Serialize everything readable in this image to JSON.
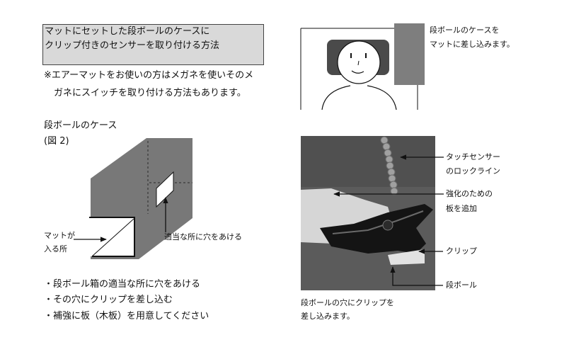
{
  "title_box": {
    "line1": "マットにセットした段ボールのケースに",
    "line2": "クリップ付きのセンサーを取り付ける方法"
  },
  "note": {
    "line1": "※エアーマットをお使いの方はメガネを使いそのメ",
    "line2": "ガネにスイッチを取り付ける方法もあります。"
  },
  "case_figure": {
    "title": "段ボールのケース",
    "figure_ref": "(図 2)",
    "opening_label": [
      "マットが",
      "入る所"
    ],
    "hole_label": "適当な所に穴をあける"
  },
  "steps": [
    "・段ボール箱の適当な所に穴をあける",
    "・その穴にクリップを差し込む",
    "・補強に板（木板）を用意してください"
  ],
  "insert_figure": {
    "caption": [
      "段ボールのケースを",
      "マットに差し込みます。"
    ]
  },
  "clip_photo": {
    "sensor_label": [
      "タッチセンサー",
      "のロックライン"
    ],
    "board_label": [
      "強化のための",
      "板を追加"
    ],
    "clip_label": "クリップ",
    "cardboard_label": "段ボール",
    "caption": [
      "段ボールの穴にクリップを",
      "差し込みます。"
    ]
  },
  "colors": {
    "title_box_bg": "#d9d9d9",
    "case_gray": "#787878",
    "inserted_case_gray": "#7e7e7e",
    "pillow": "#4a4a4a",
    "photo_bg": "#5b5b5b",
    "clip": "#141414",
    "board": "#d6d6d6"
  }
}
